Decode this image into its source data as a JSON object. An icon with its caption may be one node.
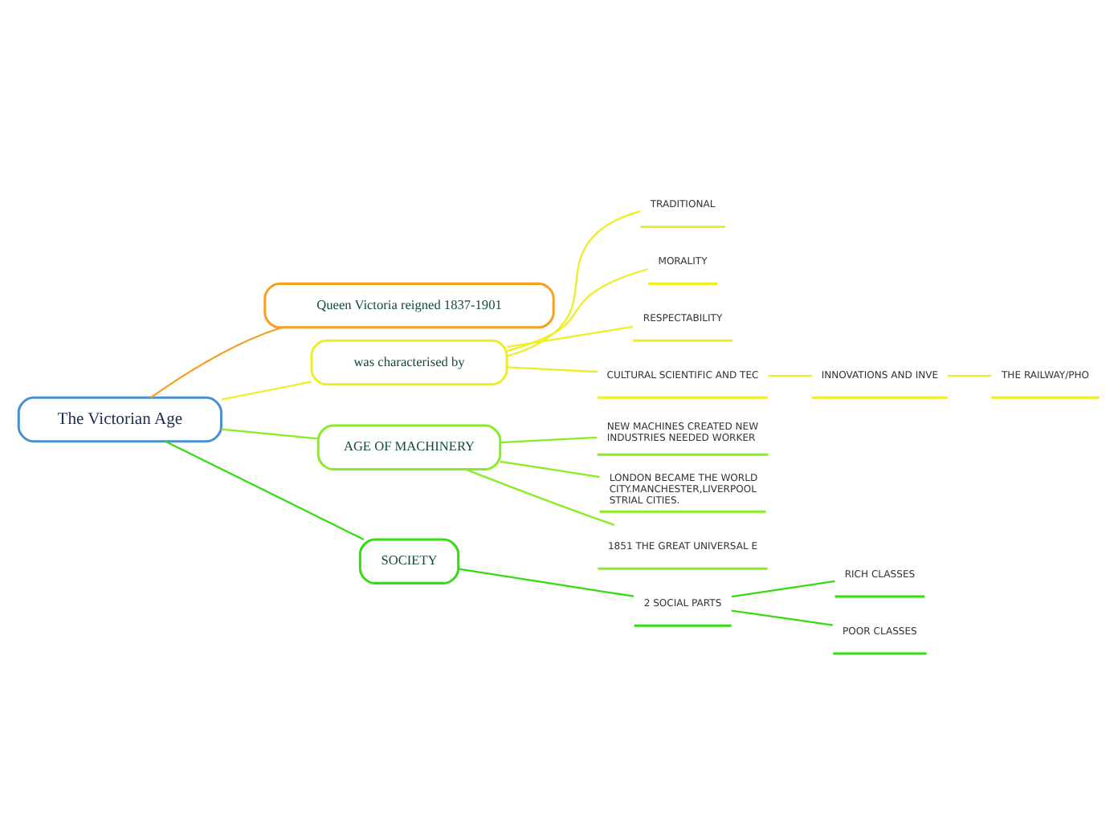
{
  "diagram": {
    "nodes": [
      {
        "text": [
          "The Victorian Age"
        ]
      },
      {
        "text": [
          "Queen Victoria reigned 1837-1901"
        ]
      },
      {
        "text": [
          "was characterised by"
        ]
      },
      {
        "text": [
          "TRADITIONAL"
        ]
      },
      {
        "text": [
          "MORALITY"
        ]
      },
      {
        "text": [
          "RESPECTABILITY"
        ]
      },
      {
        "text": [
          "CULTURAL SCIENTIFIC AND TEC"
        ]
      },
      {
        "text": [
          "INNOVATIONS AND INVE"
        ]
      },
      {
        "text": [
          "THE RAILWAY/PHO"
        ]
      },
      {
        "text": [
          "AGE OF MACHINERY"
        ]
      },
      {
        "text": [
          "NEW MACHINES CREATED NEW INDUSTRIES NEEDED WORKER"
        ]
      },
      {
        "text": [
          "LONDON BECAME THE WORLD CITY.MANCHESTER,LIVERPOOL STRIAL CITIES."
        ]
      },
      {
        "text": [
          "1851 THE GREAT UNIVERSAL E"
        ]
      },
      {
        "text": [
          "SOCIETY"
        ]
      },
      {
        "text": [
          "2 SOCIAL PARTS"
        ]
      },
      {
        "text": [
          "RICH CLASSES"
        ]
      },
      {
        "text": [
          "POOR CLASSES"
        ]
      }
    ],
    "edges": [
      {
        "from": 0,
        "to": 1,
        "arrow": "none",
        "color": "#f5a020"
      },
      {
        "from": 0,
        "to": 2,
        "arrow": "none"
      },
      {
        "from": 2,
        "to": 3,
        "arrow": "none"
      },
      {
        "from": 2,
        "to": 4,
        "arrow": "none"
      },
      {
        "from": 2,
        "to": 5,
        "arrow": "none"
      },
      {
        "from": 2,
        "to": 6,
        "arrow": "none"
      },
      {
        "from": 6,
        "to": 7,
        "arrow": "none"
      },
      {
        "from": 7,
        "to": 8,
        "arrow": "none"
      },
      {
        "from": 0,
        "to": 9,
        "arrow": "none",
        "color": "#88ee22"
      },
      {
        "from": 9,
        "to": 10,
        "arrow": "none",
        "color": "#88ee22"
      },
      {
        "from": 9,
        "to": 11,
        "arrow": "none",
        "color": "#88ee22"
      },
      {
        "from": 9,
        "to": 12,
        "arrow": "none",
        "color": "#88ee22"
      },
      {
        "from": 0,
        "to": 13,
        "arrow": "none",
        "color": "#33dd11"
      },
      {
        "from": 13,
        "to": 14,
        "arrow": "none",
        "color": "#33dd11"
      },
      {
        "from": 14,
        "to": 15,
        "arrow": "none",
        "color": "#33dd11"
      },
      {
        "from": 14,
        "to": 16,
        "arrow": "none",
        "color": "#33dd11"
      }
    ]
  }
}
